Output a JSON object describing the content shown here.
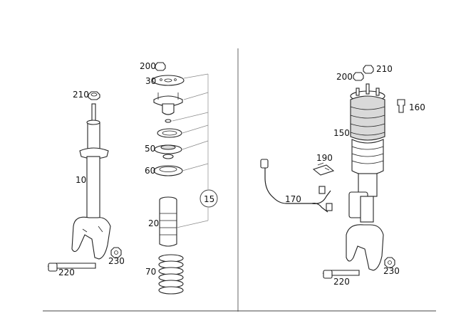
{
  "callouts": {
    "left": {
      "p210": "210",
      "p10": "10",
      "p220": "220",
      "p230": "230"
    },
    "middle": {
      "p200": "200",
      "p30": "30",
      "p50": "50",
      "p60": "60",
      "p15": "15",
      "p20": "20",
      "p70": "70"
    },
    "right": {
      "p200": "200",
      "p210": "210",
      "p160": "160",
      "p150": "150",
      "p190": "190",
      "p170": "170",
      "p230": "230",
      "p220": "220"
    }
  }
}
